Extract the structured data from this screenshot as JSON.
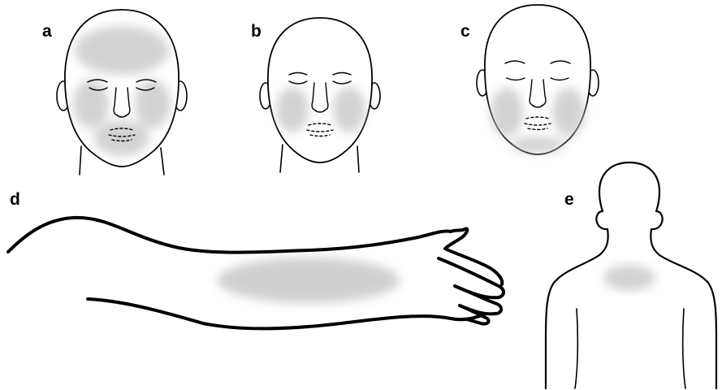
{
  "figure": {
    "panels": [
      {
        "label": "a",
        "region": "face-full"
      },
      {
        "label": "b",
        "region": "face-cheeks"
      },
      {
        "label": "c",
        "region": "face-lower-cheeks"
      },
      {
        "label": "d",
        "region": "forearm"
      },
      {
        "label": "e",
        "region": "upper-back"
      }
    ]
  },
  "colors": {
    "line": "#000000",
    "patch": "#c4c4c4",
    "background": "#ffffff"
  }
}
